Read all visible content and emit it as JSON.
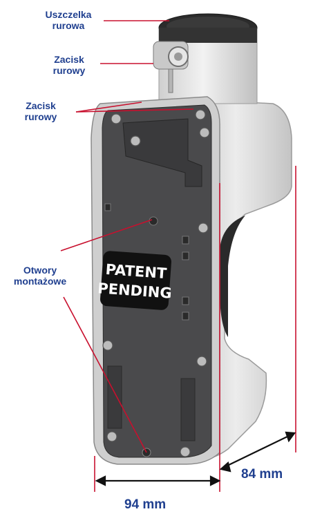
{
  "labels": {
    "pipe_seal": [
      "Uszczelka",
      "rurowa"
    ],
    "pipe_clamp_top": [
      "Zacisk",
      "rurowy"
    ],
    "pipe_clamp_mid": [
      "Zacisk",
      "rurowy"
    ],
    "mounting_holes": [
      "Otwory",
      "montażowe"
    ]
  },
  "badge": [
    "PATENT",
    "PENDING"
  ],
  "dimensions": {
    "depth": "84 mm",
    "width": "94 mm"
  },
  "colors": {
    "label_text": "#1f3f8f",
    "leader_line": "#c8102e",
    "plate": "#4a4a4c",
    "housing": "#d9d9d9",
    "badge_bg": "#111111"
  }
}
